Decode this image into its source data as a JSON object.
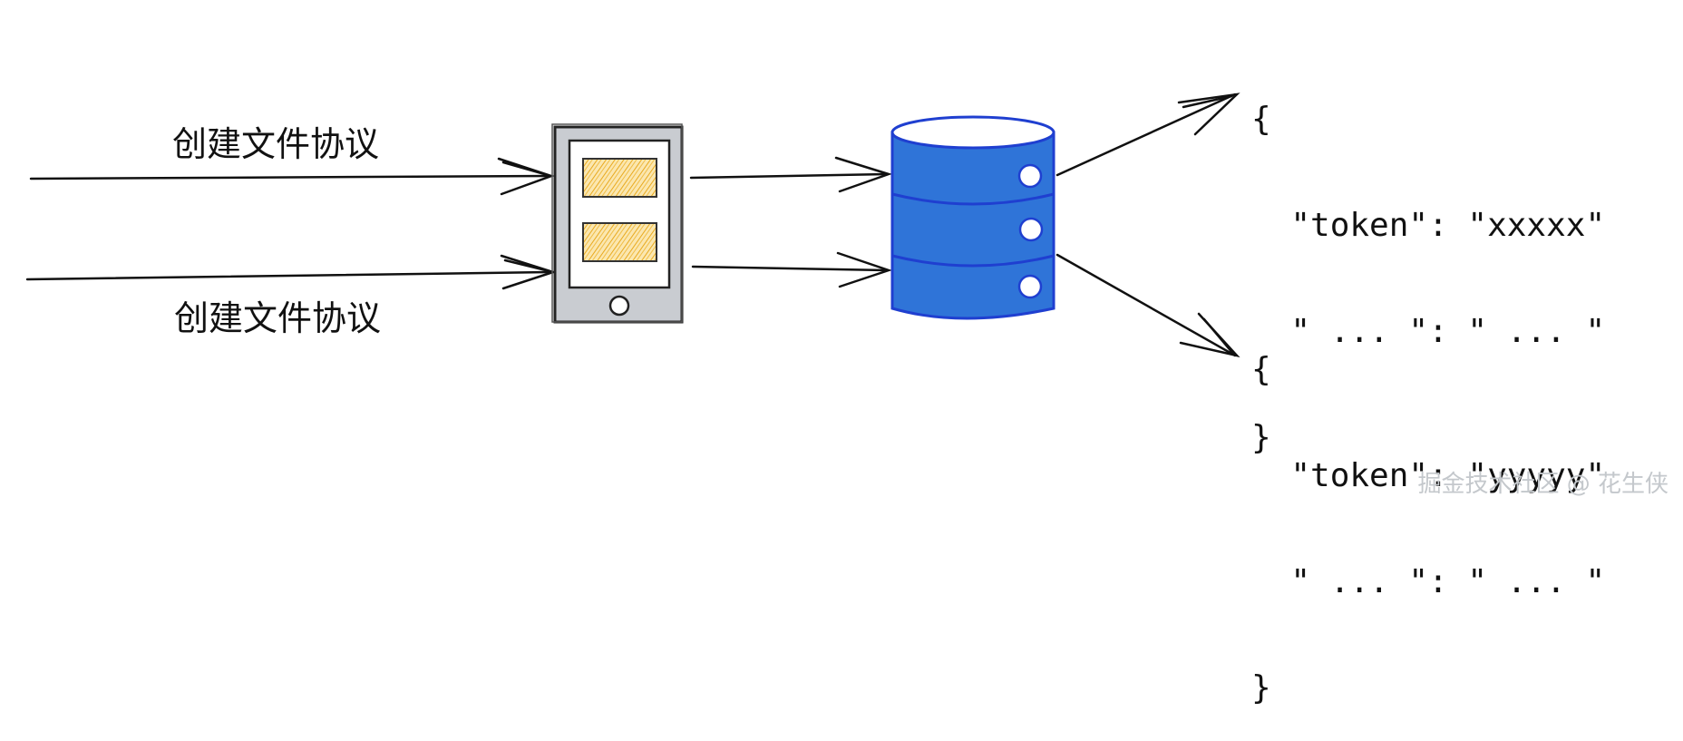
{
  "inputs": [
    {
      "label": "创建文件协议"
    },
    {
      "label": "创建文件协议"
    }
  ],
  "outputs": [
    {
      "lines": [
        "{",
        "  \"token\": \"xxxxx\"",
        "  \" ... \": \" ... \"",
        "}"
      ]
    },
    {
      "lines": [
        "{",
        "  \"token\": \"yyyyy\"",
        "  \" ... \": \" ... \"",
        "}"
      ]
    }
  ],
  "watermark": "掘金技术社区 @ 花生侠",
  "colors": {
    "database": "#2f74d8",
    "database_outline": "#1f3fd0",
    "device_body": "#c9ccd1",
    "screen_block": "#f5c64a"
  }
}
